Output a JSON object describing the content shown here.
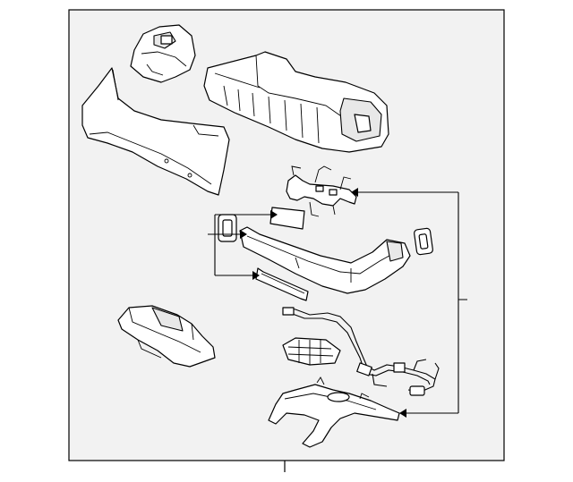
{
  "diagram": {
    "colors": {
      "background": "#f2f2f2",
      "line": "#000000",
      "part_fill": "#ffffff"
    },
    "parts": [
      "rear-trim-bracket",
      "side-trim-panel",
      "console-body",
      "mounting-bracket",
      "small-pad",
      "upper-trim-bezel",
      "left-grommet",
      "right-grommet",
      "trim-strip",
      "storage-compartment",
      "wiring-harness",
      "connector-module",
      "base-bracket"
    ]
  }
}
